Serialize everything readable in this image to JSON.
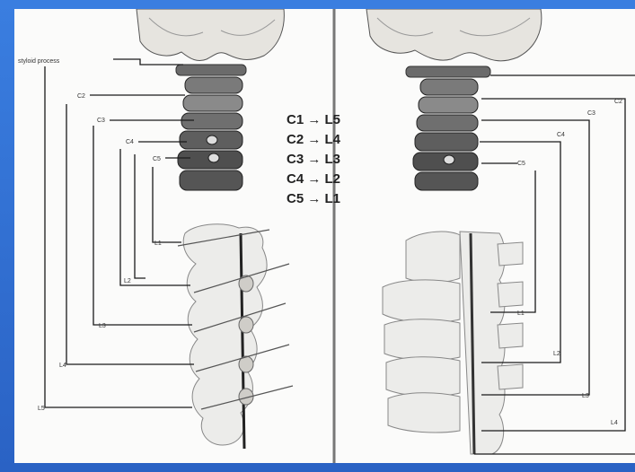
{
  "diagram": {
    "left_labels": {
      "styloid": "styloid process",
      "c2": "C2",
      "c3": "C3",
      "c4": "C4",
      "c5": "C5",
      "l1": "L1",
      "l2": "L2",
      "l3": "L3",
      "l4": "L4",
      "l5": "L5"
    },
    "right_labels": {
      "c2": "C2",
      "c3": "C3",
      "c4": "C4",
      "c5": "C5",
      "l1": "L1",
      "l2": "L2",
      "l3": "L3",
      "l4": "L4"
    },
    "correspondence": [
      "C1 → L5",
      "C2 → L4",
      "C3 → L3",
      "C4 → L2",
      "C5 → L1"
    ]
  },
  "colors": {
    "background": "#2f6fd0",
    "panel": "#fbfbfa",
    "lines": "#1a1a1a",
    "bone": "#c9c7c2"
  }
}
